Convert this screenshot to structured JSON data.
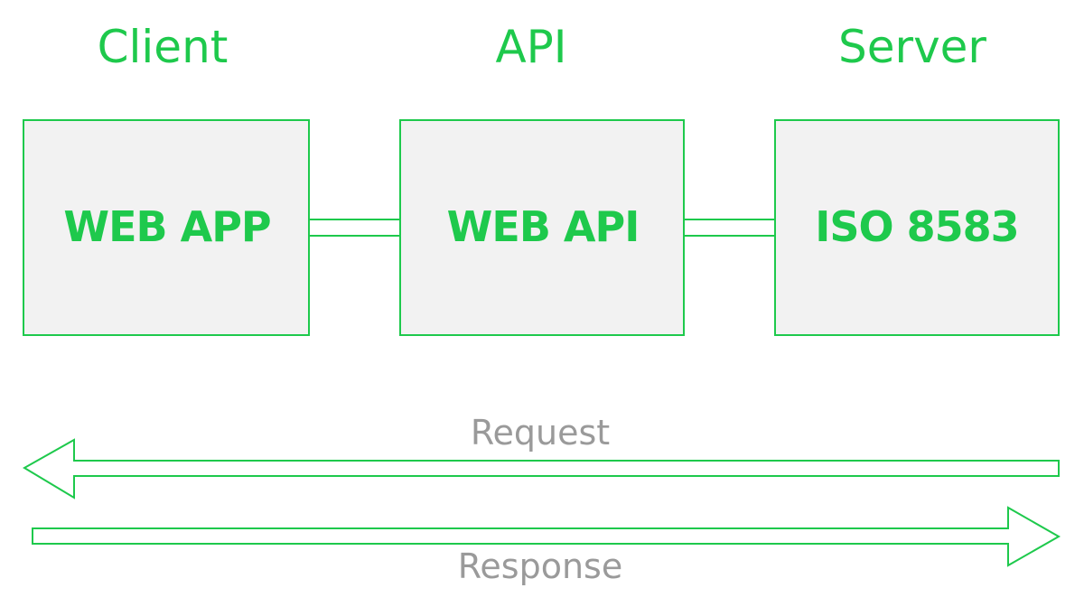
{
  "colors": {
    "accent": "#1ec94c",
    "box_fill": "#f2f2f2",
    "muted_text": "#9a9a9a"
  },
  "tiers": {
    "client": "Client",
    "api": "API",
    "server": "Server"
  },
  "boxes": {
    "web_app": "WEB APP",
    "web_api": "WEB API",
    "iso_8583": "ISO 8583"
  },
  "flows": {
    "request": "Request",
    "response": "Response"
  }
}
